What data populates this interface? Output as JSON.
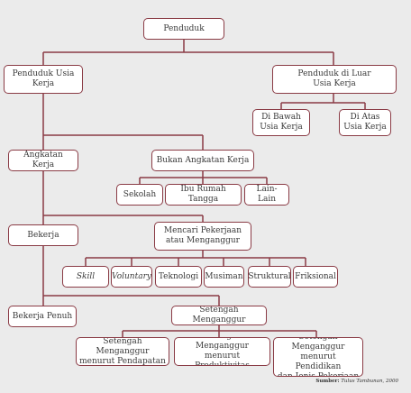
{
  "title": "Penduduk",
  "nodes": {
    "penduduk": "Penduduk",
    "usia_kerja": "Penduduk Usia\nKerja",
    "luar_usia_kerja": "Penduduk di Luar\nUsia Kerja",
    "di_bawah": "Di Bawah\nUsia Kerja",
    "di_atas": "Di Atas\nUsia Kerja",
    "angkatan_kerja": "Angkatan Kerja",
    "bukan_angkatan_kerja": "Bukan Angkatan Kerja",
    "sekolah": "Sekolah",
    "ibu_rumah_tangga": "Ibu Rumah Tangga",
    "lain_lain": "Lain-Lain",
    "bekerja": "Bekerja",
    "mencari_pekerjaan": "Mencari Pekerjaan\natau Menganggur",
    "skill": "Skill",
    "voluntary": "Voluntary",
    "teknologi": "Teknologi",
    "musiman": "Musiman",
    "struktural": "Struktural",
    "friksional": "Friksional",
    "bekerja_penuh": "Bekerja Penuh",
    "setengah_menganggur": "Setengah Menganggur",
    "sm_pendapatan": "Setengah Menganggur\nmenurut Pendapatan",
    "sm_produktivitas": "Setengah Menganggur\nmenurut Produktivitas",
    "sm_pendidikan": "Setengah Menganggur\nmenurut Pendidikan\ndan Jenis Pekerjaan"
  },
  "source": {
    "label": "Sumber:",
    "text": "Tulus Tambunan, 2000"
  },
  "colors": {
    "border": "#8a3b45",
    "line": "#8a3b45",
    "background": "#ebebeb",
    "box": "#ffffff"
  }
}
